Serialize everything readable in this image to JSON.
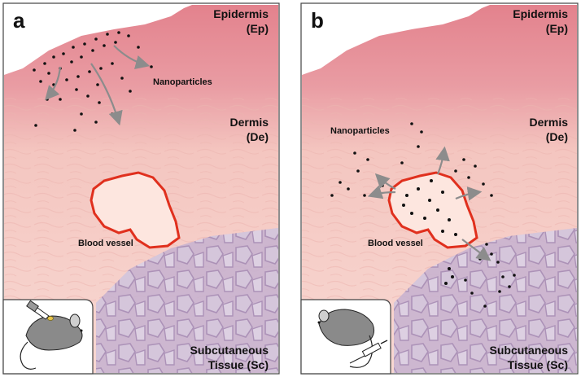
{
  "panels": [
    {
      "letter": "a",
      "epidermis": [
        "Epidermis",
        "(Ep)"
      ],
      "dermis": [
        "Dermis",
        "(De)"
      ],
      "subcutaneous": [
        "Subcutaneous",
        "Tissue (Sc)"
      ],
      "nanoparticles": "Nanoparticles",
      "blood_vessel": "Blood vessel",
      "inset_icon": "mouse-topical-dropper-icon"
    },
    {
      "letter": "b",
      "epidermis": [
        "Epidermis",
        "(Ep)"
      ],
      "dermis": [
        "Dermis",
        "(De)"
      ],
      "subcutaneous": [
        "Subcutaneous",
        "Tissue (Sc)"
      ],
      "nanoparticles": "Nanoparticles",
      "blood_vessel": "Blood vessel",
      "inset_icon": "mouse-tail-injection-icon"
    }
  ],
  "colors": {
    "epidermis": "#e3828d",
    "dermis": "#f6d0ca",
    "subcutaneous": "#c6b2d0",
    "vessel_outline": "#e0301e",
    "vessel_fill": "#fde6df",
    "nanoparticle": "#111111",
    "arrow": "#8c8c8c"
  }
}
